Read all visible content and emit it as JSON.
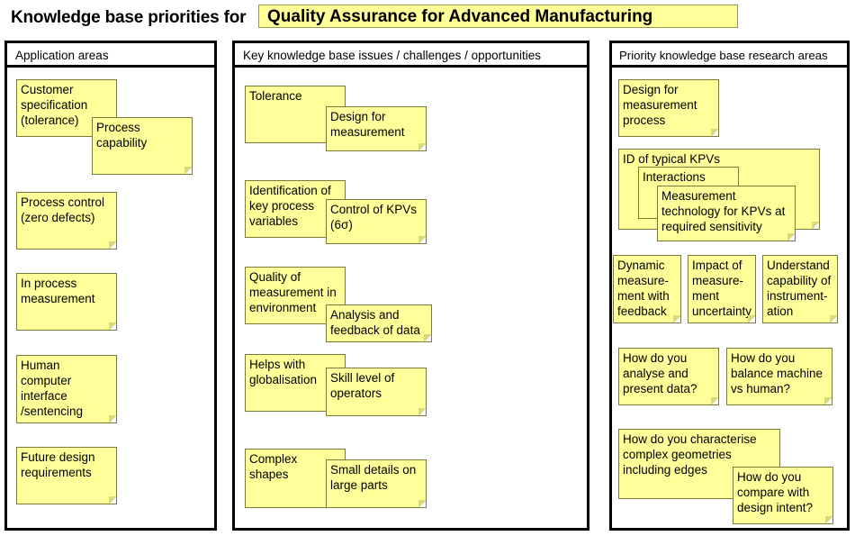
{
  "header": {
    "prefix": "Knowledge base priorities for",
    "topic": "Quality Assurance for Advanced Manufacturing"
  },
  "columns": [
    {
      "heading": "Application areas",
      "notes": [
        "Customer specification (tolerance)",
        "Process capability",
        "Process control (zero defects)",
        "In process measurement",
        "Human computer interface /sentencing",
        "Future design requirements"
      ]
    },
    {
      "heading": "Key knowledge base issues / challenges / opportunities",
      "notes": [
        "Tolerance",
        "Design for measurement",
        "Identification of key process variables",
        "Control of KPVs (6σ)",
        "Quality of measurement in environment",
        "Analysis and feedback of data",
        "Helps with globalisation",
        "Skill level of operators",
        "Complex shapes",
        "Small details on large parts"
      ]
    },
    {
      "heading": "Priority knowledge base research areas",
      "notes": [
        "Design for measurement process",
        "ID of typical KPVs",
        "Interactions",
        "Measurement technology for KPVs at required sensitivity",
        "Dynamic measure-ment with feedback",
        "Impact of measure-ment uncertainty",
        "Understand capability of instrument-ation",
        "How do you analyse and present data?",
        "How do you balance machine vs human?",
        "How do you characterise complex geometries including edges",
        "How do you compare with design intent?"
      ]
    }
  ]
}
